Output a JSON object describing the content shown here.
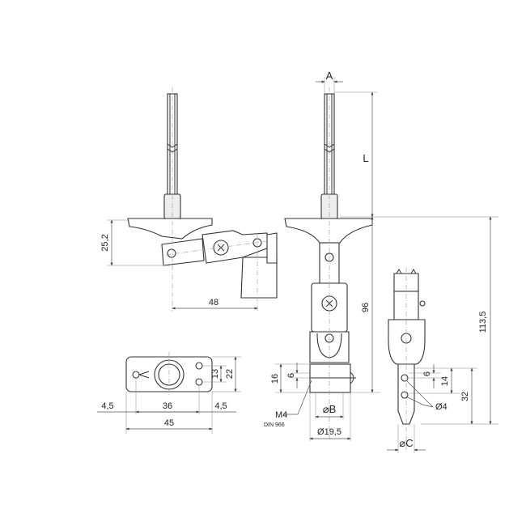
{
  "drawing": {
    "dimensions": {
      "left_height": "25,2",
      "left_offset": "48",
      "shaft_width": "A",
      "shaft_length": "L",
      "height_96": "96",
      "height_total": "113,5",
      "plate_13": "13",
      "plate_22": "22",
      "plate_left_margin": "4,5",
      "plate_hole_spacing": "36",
      "plate_right_margin": "4,5",
      "plate_width": "45",
      "bore_16": "16",
      "bore_6": "6",
      "bore_dia": "⌀B",
      "outer_dia": "Ø19,5",
      "pin_6": "6",
      "pin_14": "14",
      "pin_32": "32",
      "hole_dia": "Ø4",
      "pin_dia": "⌀C"
    },
    "screw": {
      "thread": "M4",
      "standard": "DIN 966"
    }
  }
}
